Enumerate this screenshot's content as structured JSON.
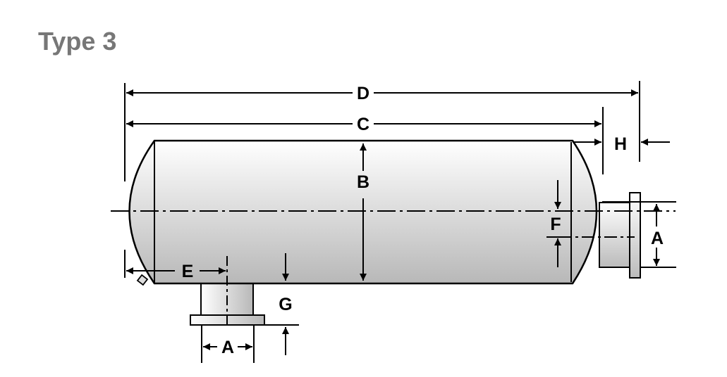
{
  "title": "Type 3",
  "dimension_labels": {
    "A_bottom": "A",
    "A_right": "A",
    "B": "B",
    "C": "C",
    "D": "D",
    "E": "E",
    "F": "F",
    "G": "G",
    "H": "H"
  },
  "colors": {
    "title": "#777777",
    "outline": "#000000",
    "shell_light": "#ffffff",
    "shell_dark": "#b8b8b8"
  }
}
